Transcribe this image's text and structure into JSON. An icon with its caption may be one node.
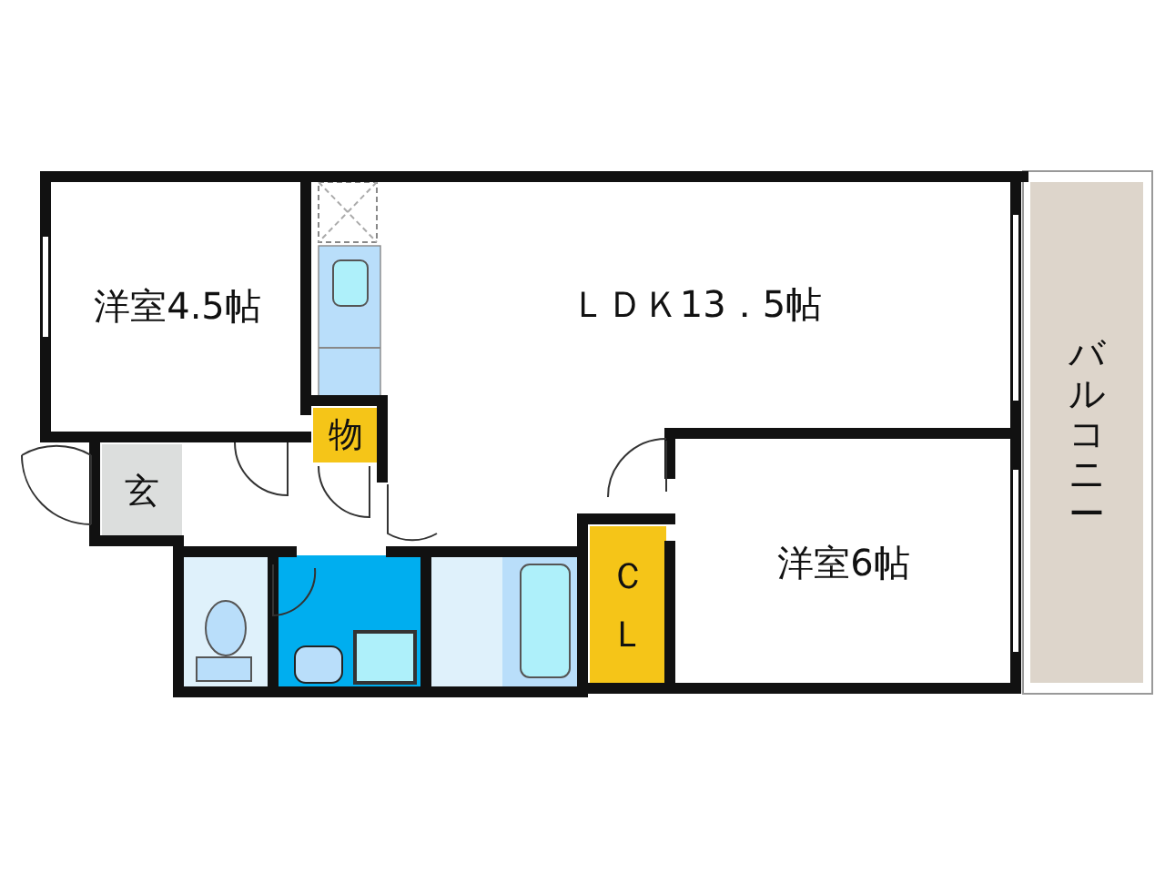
{
  "diagram": {
    "nodes": [
      {
        "text": [
          "洋室4.5帖"
        ]
      },
      {
        "text": [
          "ＬＤＫ13．5帖"
        ]
      },
      {
        "text": [
          "物"
        ]
      },
      {
        "text": [
          "玄"
        ]
      },
      {
        "text": [
          "ＣＬ"
        ]
      },
      {
        "text": [
          "洋室6帖"
        ]
      },
      {
        "text": [
          "バルコニー"
        ]
      }
    ]
  }
}
